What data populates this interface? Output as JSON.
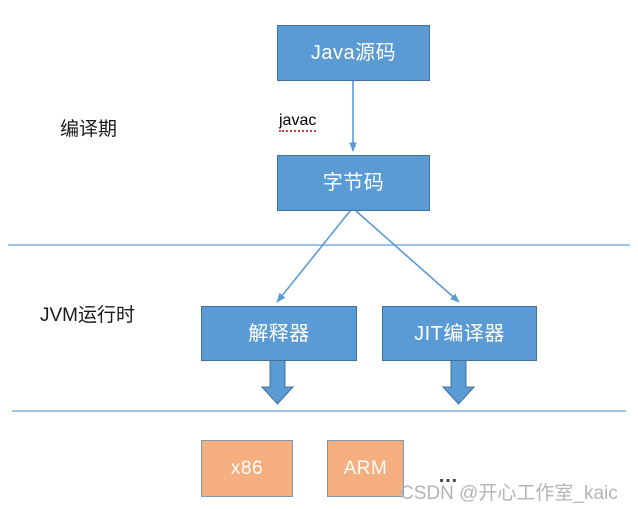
{
  "diagram": {
    "title_context": "Java compilation and JVM runtime pipeline",
    "stages": [
      {
        "id": "compile",
        "label": "编译期"
      },
      {
        "id": "runtime",
        "label": "JVM运行时"
      }
    ],
    "nodes": [
      {
        "id": "java-source",
        "label": "Java源码",
        "kind": "blue"
      },
      {
        "id": "bytecode",
        "label": "字节码",
        "kind": "blue"
      },
      {
        "id": "interpreter",
        "label": "解释器",
        "kind": "blue"
      },
      {
        "id": "jit-compiler",
        "label": "JIT编译器",
        "kind": "blue"
      },
      {
        "id": "x86",
        "label": "x86",
        "kind": "orange"
      },
      {
        "id": "arm",
        "label": "ARM",
        "kind": "orange"
      }
    ],
    "edge_labels": [
      {
        "id": "javac",
        "label": "javac",
        "spellcheck_flag": true
      }
    ],
    "more_targets": "…",
    "watermark": "CSDN @开心工作室_kaic",
    "colors": {
      "box_blue_fill": "#5B9BD5",
      "box_blue_stroke": "#41719C",
      "box_orange_fill": "#F4AE80",
      "box_orange_stroke": "#8497B0",
      "connector": "#5B9BD5",
      "divider": "#9DC3E6",
      "label_text": "#1a1a1a",
      "watermark_text": "#b4b4b4",
      "spellcheck_underline": "#d23b3b"
    }
  }
}
